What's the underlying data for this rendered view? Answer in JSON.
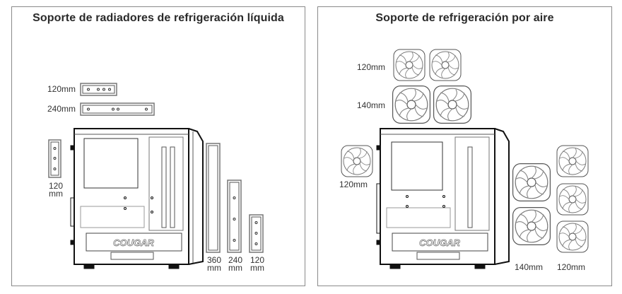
{
  "left_panel": {
    "title": "Soporte de radiadores de refrigeración líquida",
    "labels": {
      "r120": "120mm",
      "r240": "240mm",
      "side120": "120",
      "side120_unit": "mm",
      "front360": "360",
      "front240": "240",
      "front120": "120",
      "unit": "mm"
    }
  },
  "right_panel": {
    "title": "Soporte de refrigeración por aire",
    "labels": {
      "top120": "120mm",
      "top140": "140mm",
      "rear120": "120mm",
      "front140": "140mm",
      "front120": "120mm"
    }
  },
  "brand_logo": "COUGAR"
}
